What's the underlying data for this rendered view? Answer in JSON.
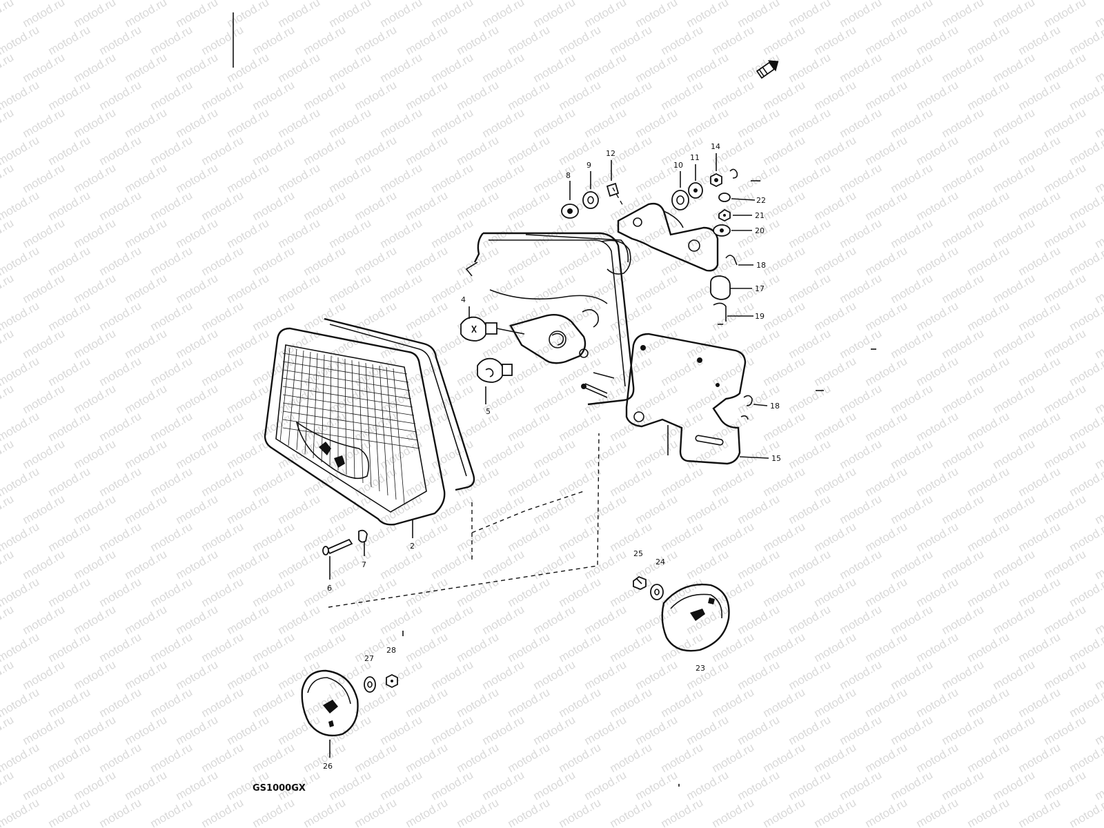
{
  "diagram": {
    "model": "GS1000GX",
    "watermark": "motod.ru",
    "colors": {
      "ink": "#111111",
      "background": "#ffffff",
      "watermark": "#d9d9d9"
    },
    "callouts": [
      "2",
      "4",
      "5",
      "6",
      "7",
      "8",
      "9",
      "10",
      "11",
      "12",
      "14",
      "15",
      "17",
      "18",
      "18",
      "19",
      "20",
      "21",
      "22",
      "23",
      "24",
      "25",
      "26",
      "27",
      "28"
    ]
  }
}
